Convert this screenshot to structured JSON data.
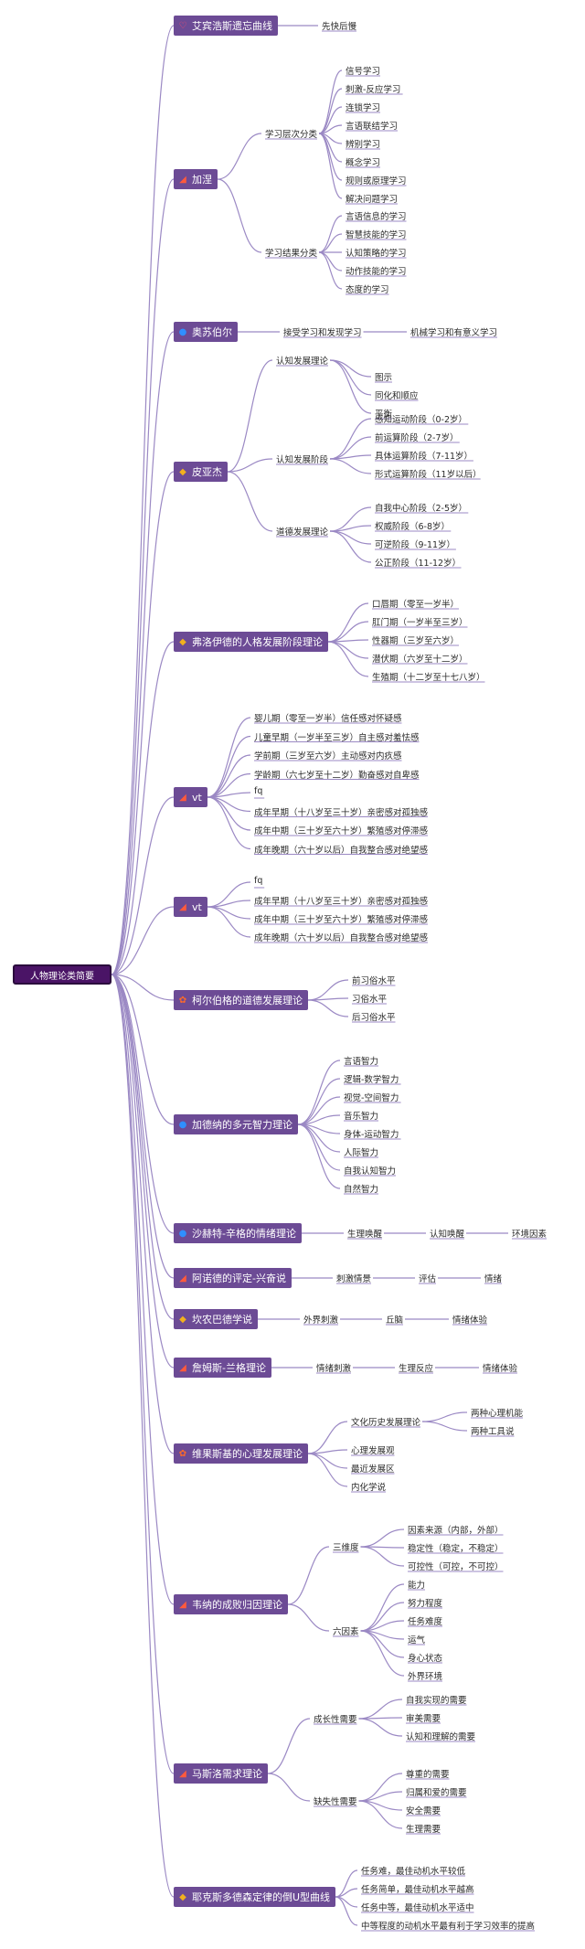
{
  "root": "人物理论类简要",
  "colors": {
    "line": "#9b89c4",
    "main_fill": "#6c4b95",
    "root_fill": "#4a1466"
  },
  "branches": [
    {
      "label": "艾宾浩斯遗忘曲线",
      "icon": "heart-icon",
      "children": [
        {
          "label": "先快后慢"
        }
      ]
    },
    {
      "label": "加涅",
      "icon": "chart-icon",
      "children": [
        {
          "label": "学习层次分类",
          "children": [
            {
              "label": "信号学习"
            },
            {
              "label": "刺激-反应学习"
            },
            {
              "label": "连锁学习"
            },
            {
              "label": "言语联结学习"
            },
            {
              "label": "辨别学习"
            },
            {
              "label": "概念学习"
            },
            {
              "label": "规则或原理学习"
            },
            {
              "label": "解决问题学习"
            }
          ]
        },
        {
          "label": "学习结果分类",
          "children": [
            {
              "label": "言语信息的学习"
            },
            {
              "label": "智慧技能的学习"
            },
            {
              "label": "认知策略的学习"
            },
            {
              "label": "动作技能的学习"
            },
            {
              "label": "态度的学习"
            }
          ]
        }
      ]
    },
    {
      "label": "奥苏伯尔",
      "icon": "globe-icon",
      "children": [
        {
          "label": "接受学习和发现学习",
          "children": [
            {
              "label": "机械学习和有意义学习"
            }
          ]
        }
      ]
    },
    {
      "label": "皮亚杰",
      "icon": "diamond-icon",
      "children": [
        {
          "label": "认知发展理论",
          "children": [
            {
              "label": "图示"
            },
            {
              "label": "同化和顺应"
            },
            {
              "label": "平衡"
            }
          ]
        },
        {
          "label": "认知发展阶段",
          "children": [
            {
              "label": "感知运动阶段（0-2岁）"
            },
            {
              "label": "前运算阶段（2-7岁）"
            },
            {
              "label": "具体运算阶段（7-11岁）"
            },
            {
              "label": "形式运算阶段（11岁以后）"
            }
          ]
        },
        {
          "label": "道德发展理论",
          "children": [
            {
              "label": "自我中心阶段（2-5岁）"
            },
            {
              "label": "权威阶段（6-8岁）"
            },
            {
              "label": "可逆阶段（9-11岁）"
            },
            {
              "label": "公正阶段（11-12岁）"
            }
          ]
        }
      ]
    },
    {
      "label": "弗洛伊德的人格发展阶段理论",
      "icon": "diamond-icon",
      "children": [
        {
          "label": "口唇期（零至一岁半）"
        },
        {
          "label": "肛门期（一岁半至三岁）"
        },
        {
          "label": "性器期（三岁至六岁）"
        },
        {
          "label": "潜伏期（六岁至十二岁）"
        },
        {
          "label": "生殖期（十二岁至十七八岁）"
        }
      ]
    },
    {
      "label": "vt",
      "icon": "chart-icon",
      "children": [
        {
          "label": "婴儿期（零至一岁半）信任感对怀疑感"
        },
        {
          "label": "儿童早期（一岁半至三岁）自主感对羞怯感"
        },
        {
          "label": "学前期（三岁至六岁）主动感对内疚感"
        },
        {
          "label": "学龄期（六七岁至十二岁）勤奋感对自卑感"
        },
        {
          "label": "fq"
        },
        {
          "label": "成年早期（十八岁至三十岁）亲密感对孤独感"
        },
        {
          "label": "成年中期（三十岁至六十岁）繁殖感对停滞感"
        },
        {
          "label": "成年晚期（六十岁以后）自我整合感对绝望感"
        }
      ]
    },
    {
      "label": "vt",
      "icon": "chart-icon",
      "children": [
        {
          "label": "fq"
        },
        {
          "label": "成年早期（十八岁至三十岁）亲密感对孤独感"
        },
        {
          "label": "成年中期（三十岁至六十岁）繁殖感对停滞感"
        },
        {
          "label": "成年晚期（六十岁以后）自我整合感对绝望感"
        }
      ]
    },
    {
      "label": "柯尔伯格的道德发展理论",
      "icon": "flower-icon",
      "children": [
        {
          "label": "前习俗水平"
        },
        {
          "label": "习俗水平"
        },
        {
          "label": "后习俗水平"
        }
      ]
    },
    {
      "label": "加德纳的多元智力理论",
      "icon": "globe-icon",
      "children": [
        {
          "label": "言语智力"
        },
        {
          "label": "逻辑-数学智力"
        },
        {
          "label": "视觉-空间智力"
        },
        {
          "label": "音乐智力"
        },
        {
          "label": "身体-运动智力"
        },
        {
          "label": "人际智力"
        },
        {
          "label": "自我认知智力"
        },
        {
          "label": "自然智力"
        }
      ]
    },
    {
      "label": "沙赫特-辛格的情绪理论",
      "icon": "globe-icon",
      "children": [
        {
          "label": "生理唤醒",
          "children": [
            {
              "label": "认知唤醒",
              "children": [
                {
                  "label": "环境因素"
                }
              ]
            }
          ]
        }
      ]
    },
    {
      "label": "阿诺德的评定-兴奋说",
      "icon": "chart-icon",
      "children": [
        {
          "label": "刺激情景",
          "children": [
            {
              "label": "评估",
              "children": [
                {
                  "label": "情绪"
                }
              ]
            }
          ]
        }
      ]
    },
    {
      "label": "坎农巴德学说",
      "icon": "diamond-icon",
      "children": [
        {
          "label": "外界刺激",
          "children": [
            {
              "label": "丘脑",
              "children": [
                {
                  "label": "情绪体验"
                }
              ]
            }
          ]
        }
      ]
    },
    {
      "label": "詹姆斯-兰格理论",
      "icon": "chart-icon",
      "children": [
        {
          "label": "情绪刺激",
          "children": [
            {
              "label": "生理反应",
              "children": [
                {
                  "label": "情绪体验"
                }
              ]
            }
          ]
        }
      ]
    },
    {
      "label": "维果斯基的心理发展理论",
      "icon": "flower-icon",
      "children": [
        {
          "label": "文化历史发展理论",
          "children": [
            {
              "label": "两种心理机能"
            },
            {
              "label": "两种工具说"
            }
          ]
        },
        {
          "label": "心理发展观"
        },
        {
          "label": "最近发展区"
        },
        {
          "label": "内化学说"
        }
      ]
    },
    {
      "label": "韦纳的成败归因理论",
      "icon": "chart-icon",
      "children": [
        {
          "label": "三维度",
          "children": [
            {
              "label": "因素来源（内部，外部）"
            },
            {
              "label": "稳定性（稳定，不稳定）"
            },
            {
              "label": "可控性（可控，不可控）"
            }
          ]
        },
        {
          "label": "六因素",
          "children": [
            {
              "label": "能力"
            },
            {
              "label": "努力程度"
            },
            {
              "label": "任务难度"
            },
            {
              "label": "运气"
            },
            {
              "label": "身心状态"
            },
            {
              "label": "外界环境"
            }
          ]
        }
      ]
    },
    {
      "label": "马斯洛需求理论",
      "icon": "chart-icon",
      "children": [
        {
          "label": "成长性需要",
          "children": [
            {
              "label": "自我实现的需要"
            },
            {
              "label": "审美需要"
            },
            {
              "label": "认知和理解的需要"
            }
          ]
        },
        {
          "label": "缺失性需要",
          "children": [
            {
              "label": "尊重的需要"
            },
            {
              "label": "归属和爱的需要"
            },
            {
              "label": "安全需要"
            },
            {
              "label": "生理需要"
            }
          ]
        }
      ]
    },
    {
      "label": "耶克斯多德森定律的倒U型曲线",
      "icon": "diamond-icon",
      "children": [
        {
          "label": "任务难，最佳动机水平较低"
        },
        {
          "label": "任务简单，最佳动机水平越高"
        },
        {
          "label": "任务中等，最佳动机水平适中"
        },
        {
          "label": "中等程度的动机水平最有利于学习效率的提高"
        }
      ]
    }
  ]
}
